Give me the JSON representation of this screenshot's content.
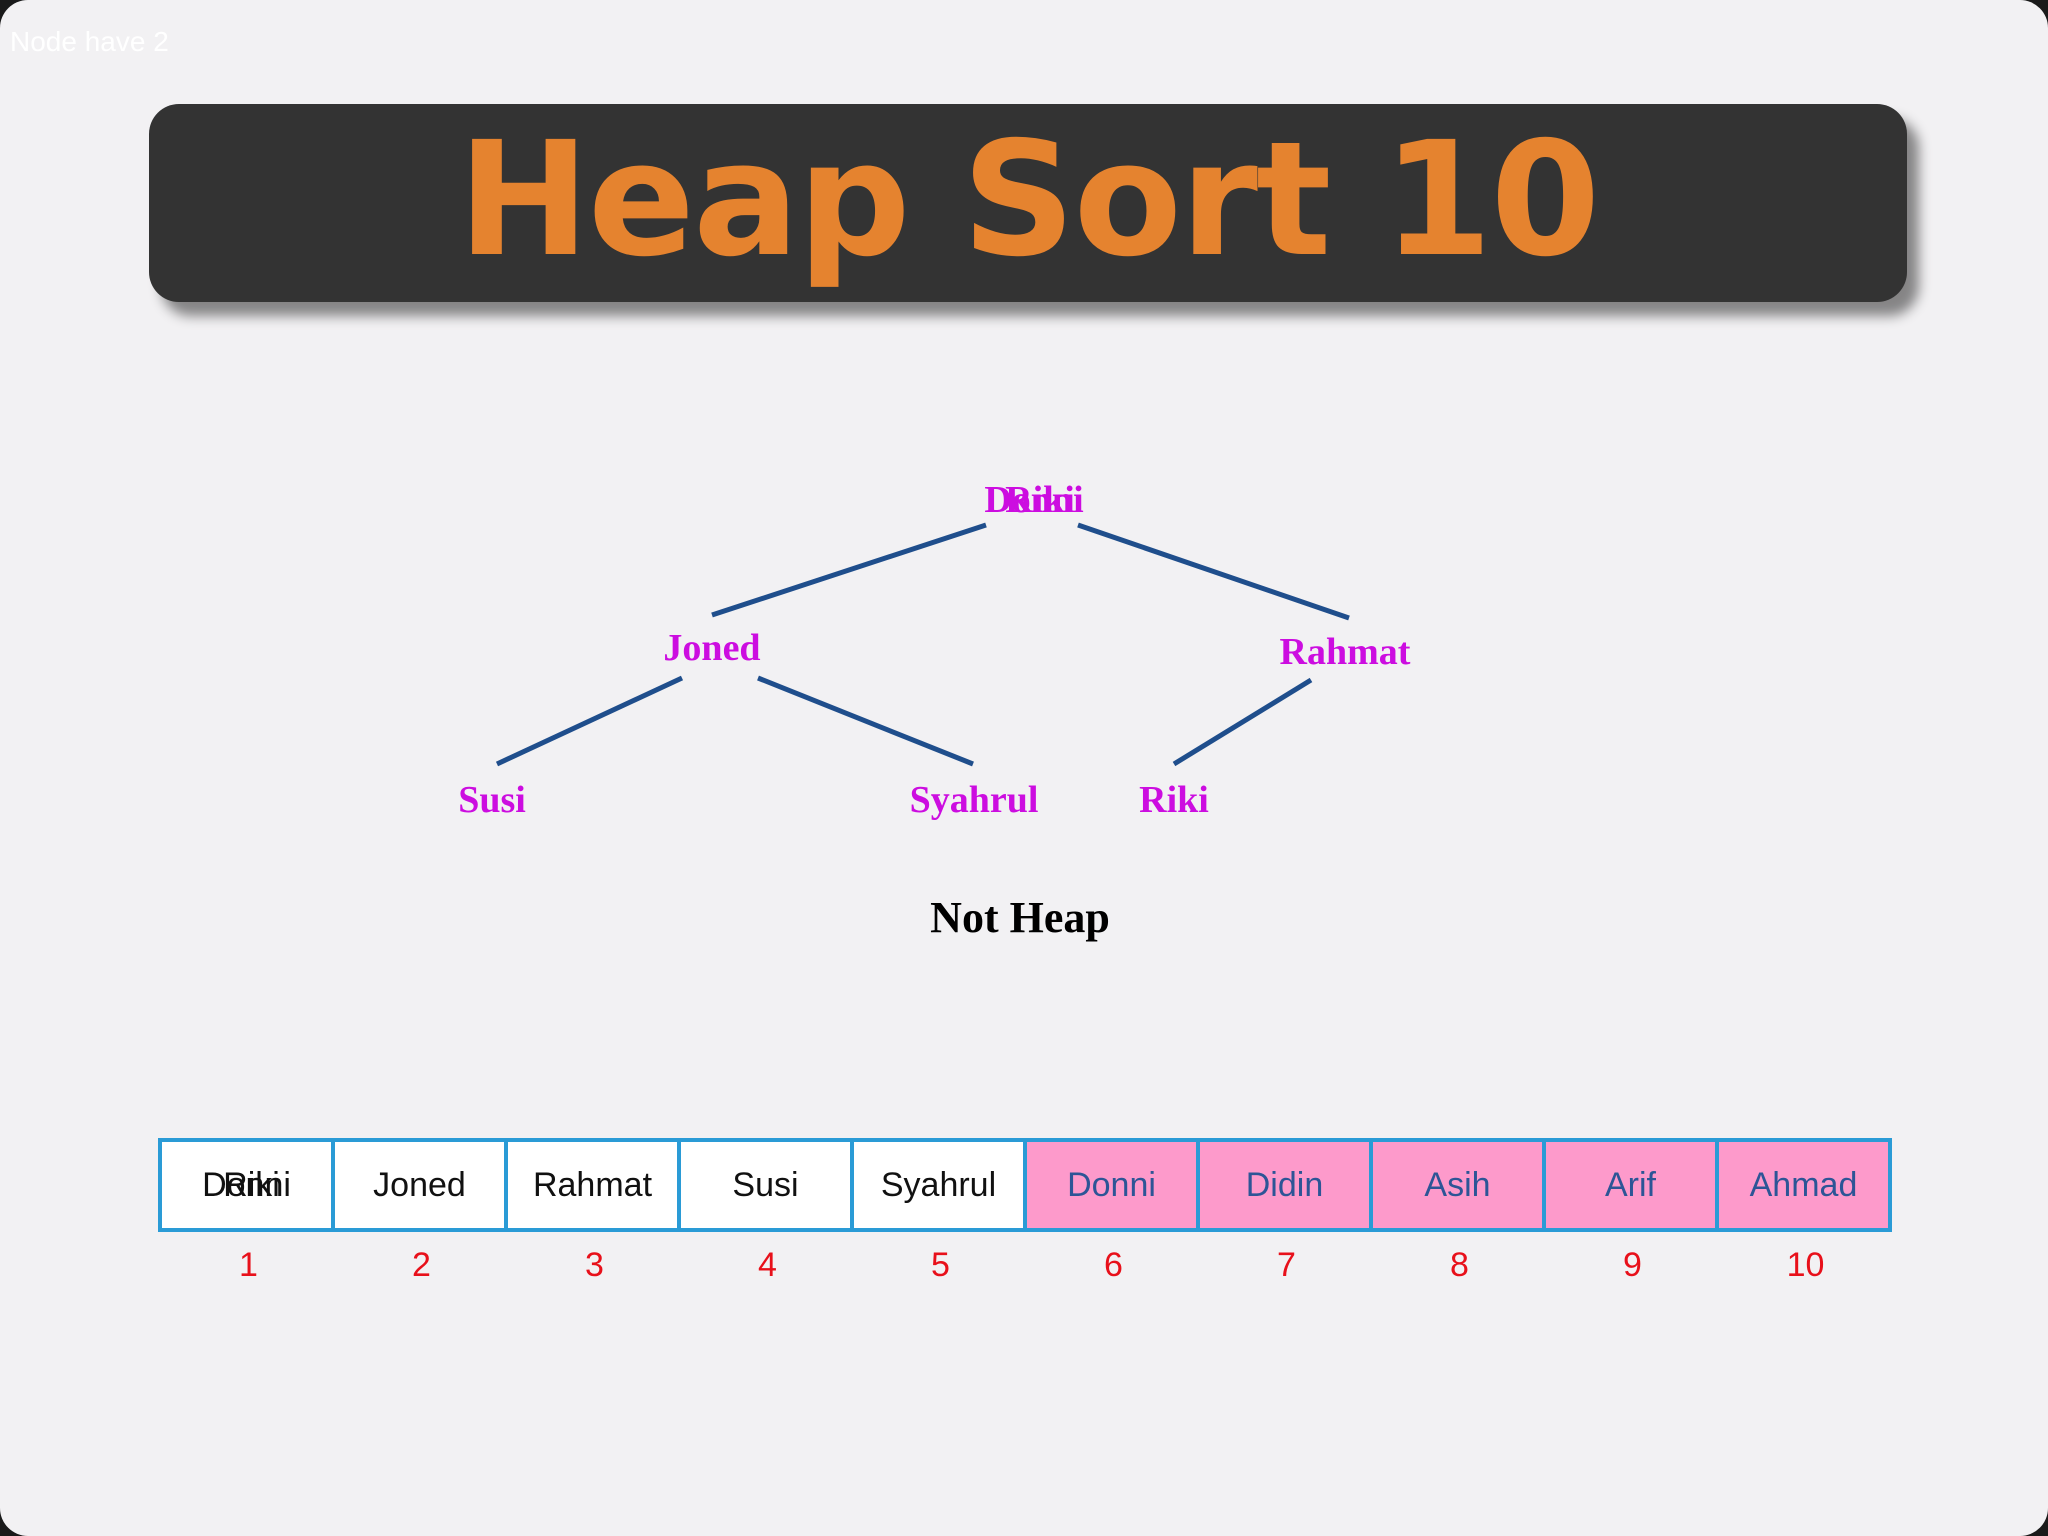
{
  "corner_note": "Node have 2",
  "title": "Heap Sort 10",
  "tree": {
    "root": {
      "labels": [
        "Donni",
        "Riki"
      ]
    },
    "left": "Joned",
    "right": "Rahmat",
    "left_left": "Susi",
    "left_right": "Syahrul",
    "right_left": "Riki"
  },
  "status": "Not Heap",
  "array": [
    {
      "labels": [
        "Donni",
        "Riki"
      ],
      "index": "1",
      "sorted": false
    },
    {
      "labels": [
        "Joned"
      ],
      "index": "2",
      "sorted": false
    },
    {
      "labels": [
        "Rahmat"
      ],
      "index": "3",
      "sorted": false
    },
    {
      "labels": [
        "Susi"
      ],
      "index": "4",
      "sorted": false
    },
    {
      "labels": [
        "Syahrul"
      ],
      "index": "5",
      "sorted": false
    },
    {
      "labels": [
        "Donni"
      ],
      "index": "6",
      "sorted": true
    },
    {
      "labels": [
        "Didin"
      ],
      "index": "7",
      "sorted": true
    },
    {
      "labels": [
        "Asih"
      ],
      "index": "8",
      "sorted": true
    },
    {
      "labels": [
        "Arif"
      ],
      "index": "9",
      "sorted": true
    },
    {
      "labels": [
        "Ahmad"
      ],
      "index": "10",
      "sorted": true
    }
  ],
  "colors": {
    "title_bar": "#333333",
    "title_text": "#e5832f",
    "node_text": "#cc0de0",
    "edge": "#1f4e8c",
    "cell_border": "#2a9bd6",
    "sorted_fill": "#fd9acb",
    "sorted_text": "#2d5596",
    "index_text": "#e8101a"
  }
}
